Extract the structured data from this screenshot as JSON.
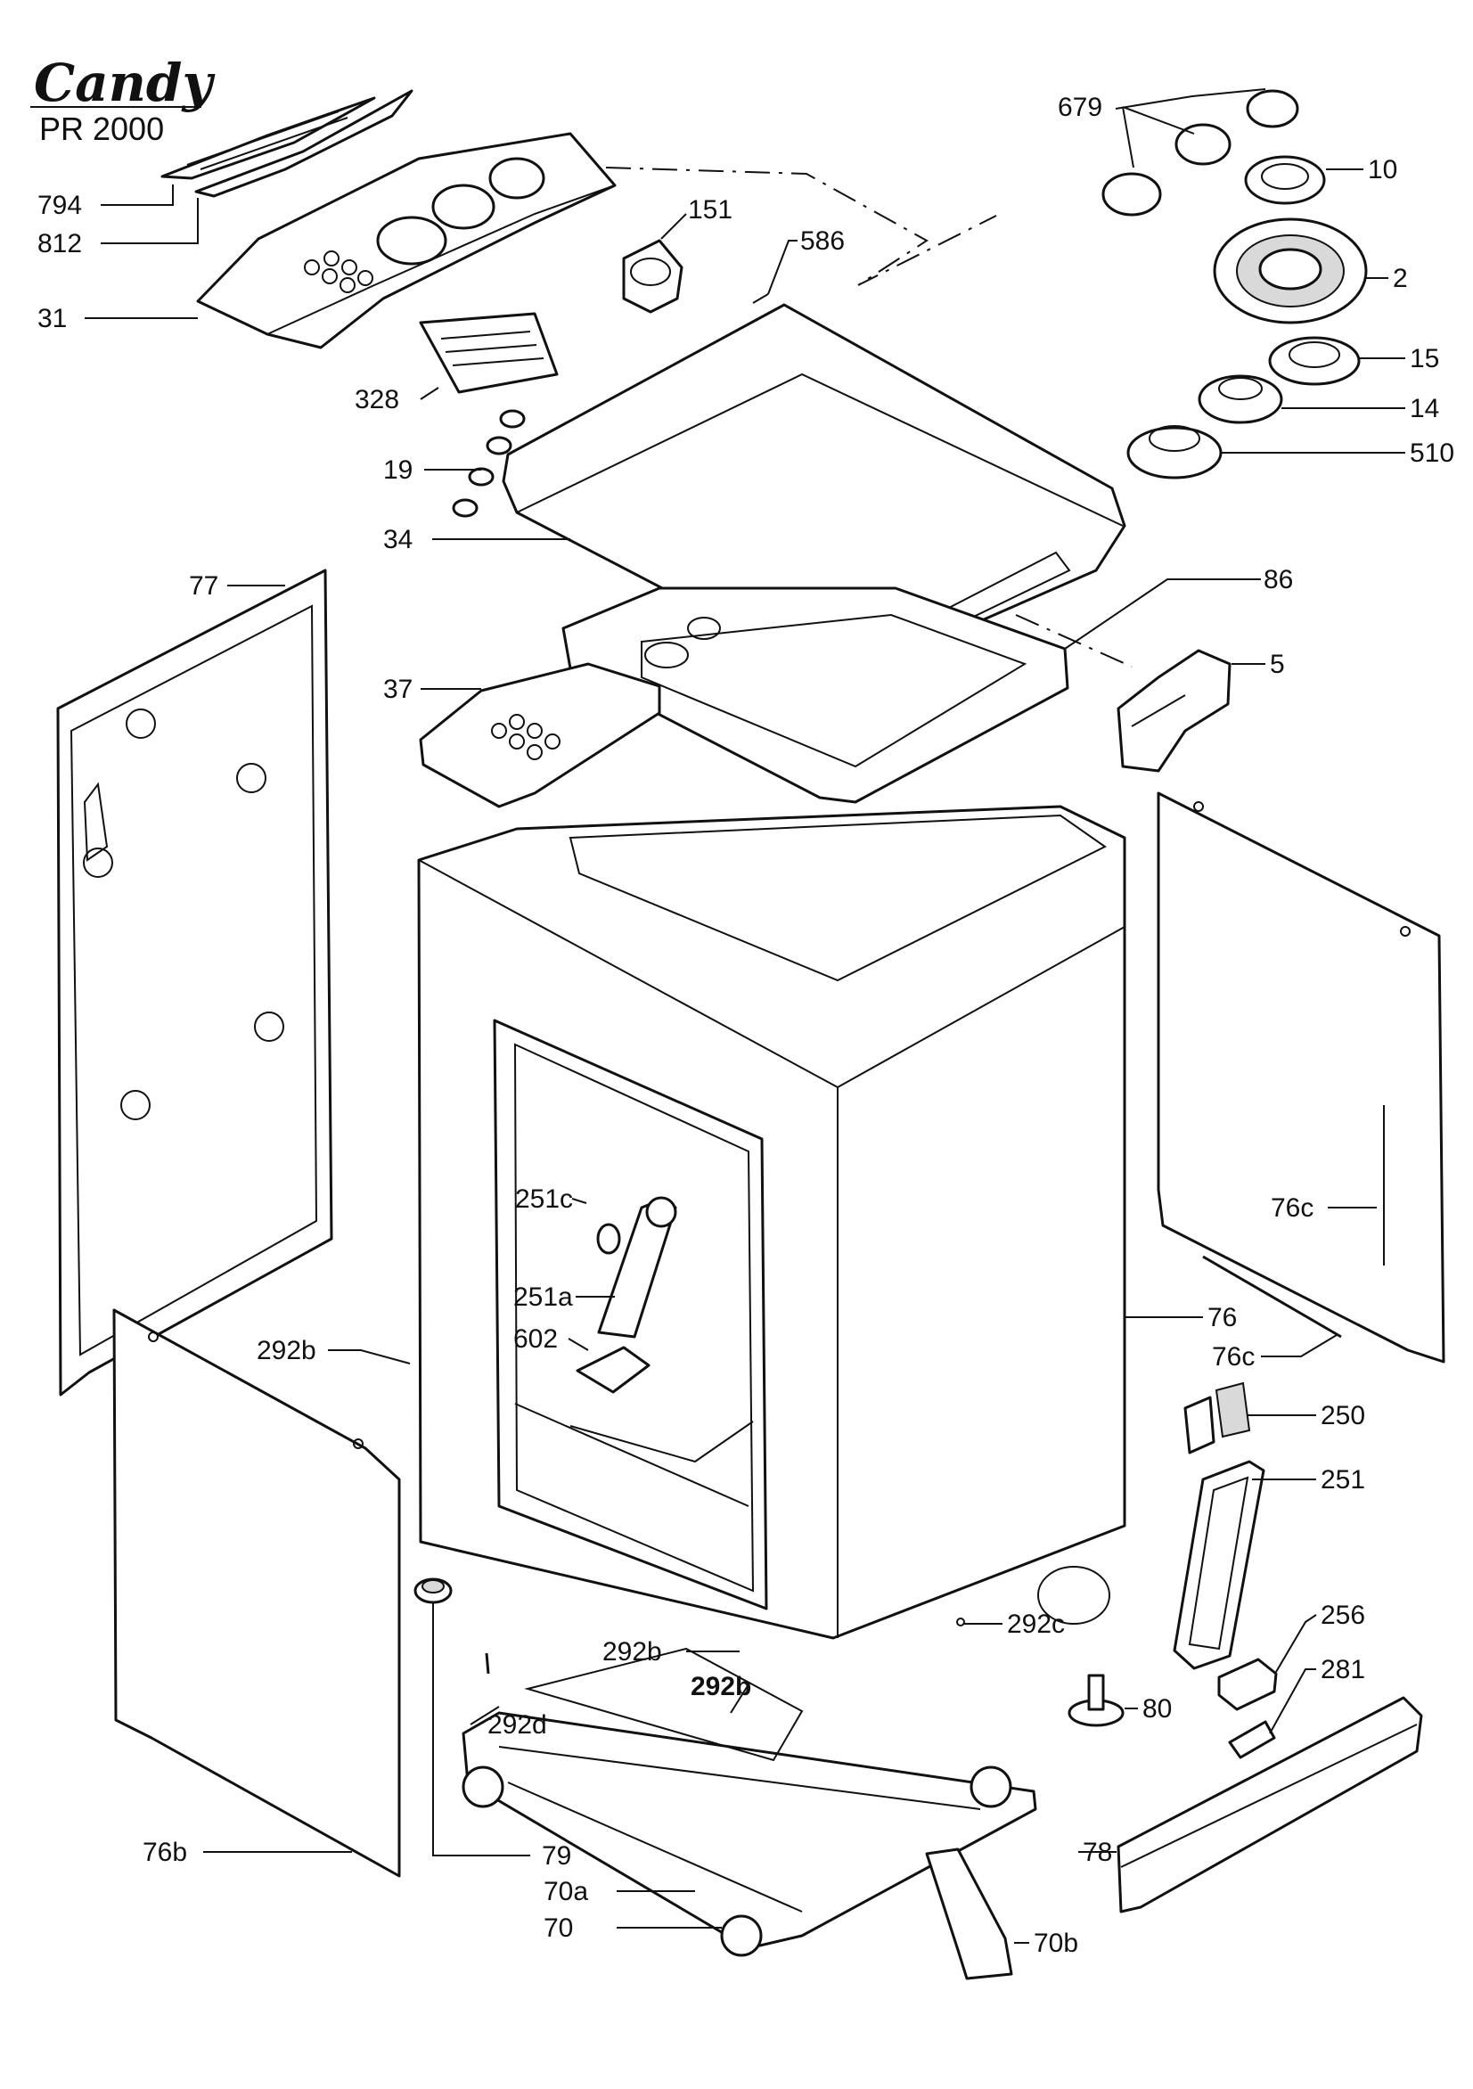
{
  "header": {
    "brand": "Candy",
    "model": "PR 2000"
  },
  "callouts": {
    "c679": "679",
    "c10": "10",
    "c2": "2",
    "c15": "15",
    "c14": "14",
    "c510": "510",
    "c794": "794",
    "c812": "812",
    "c31": "31",
    "c151": "151",
    "c586": "586",
    "c328": "328",
    "c19": "19",
    "c34": "34",
    "c77": "77",
    "c86": "86",
    "c37": "37",
    "c5": "5",
    "c251c": "251c",
    "c251a": "251a",
    "c602": "602",
    "c292b_left": "292b",
    "c76c_upper": "76c",
    "c76": "76",
    "c76c_lower": "76c",
    "c250": "250",
    "c251": "251",
    "c256": "256",
    "c281": "281",
    "c80": "80",
    "c292d": "292d",
    "c292c": "292c",
    "c292b_mid": "292b",
    "c292b_bold": "292b",
    "c76b": "76b",
    "c79": "79",
    "c78": "78",
    "c70a": "70a",
    "c70": "70",
    "c70b": "70b"
  }
}
